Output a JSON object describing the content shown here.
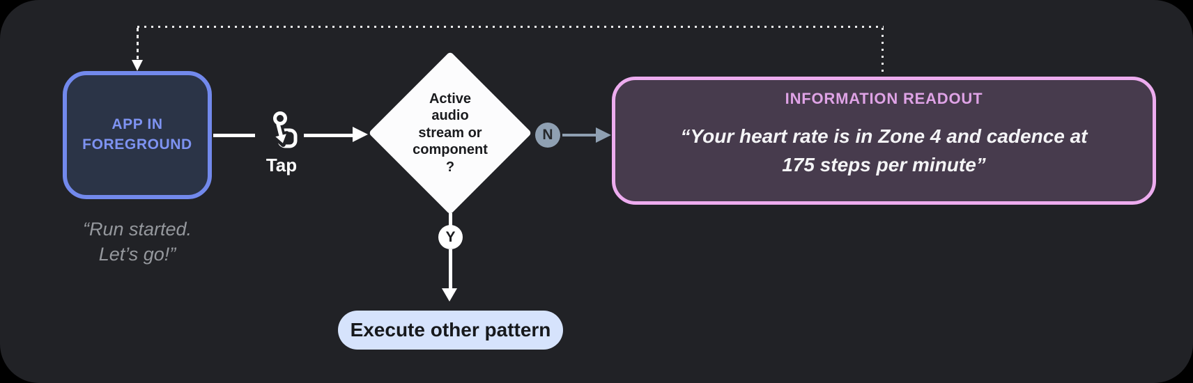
{
  "diagram": {
    "app_node": {
      "label": "APP IN\nFOREGROUND",
      "caption": "“Run started.\nLet’s go!”"
    },
    "tap": {
      "label": "Tap",
      "icon": "tap-gesture-icon"
    },
    "decision": {
      "label": "Active\naudio\nstream or\ncomponent\n?"
    },
    "branch_no": {
      "label": "N"
    },
    "branch_yes": {
      "label": "Y"
    },
    "info_node": {
      "title": "INFORMATION READOUT",
      "body": "“Your heart rate is in Zone 4 and cadence at\n175 steps per minute”"
    },
    "action_node": {
      "label": "Execute other pattern"
    }
  },
  "colors": {
    "panel_bg": "#212226",
    "app_fill": "#2B3447",
    "app_border": "#7289EC",
    "app_text": "#7E93F2",
    "caption_text": "#95989D",
    "slate_badge": "#8FA0B2",
    "info_fill": "#473B4D",
    "info_border": "#EDACEF",
    "info_title": "#DFA3E6",
    "pill_fill": "#D6E3FC",
    "diamond_fill": "#FCFCFD",
    "line_white": "#FFFFFF"
  }
}
